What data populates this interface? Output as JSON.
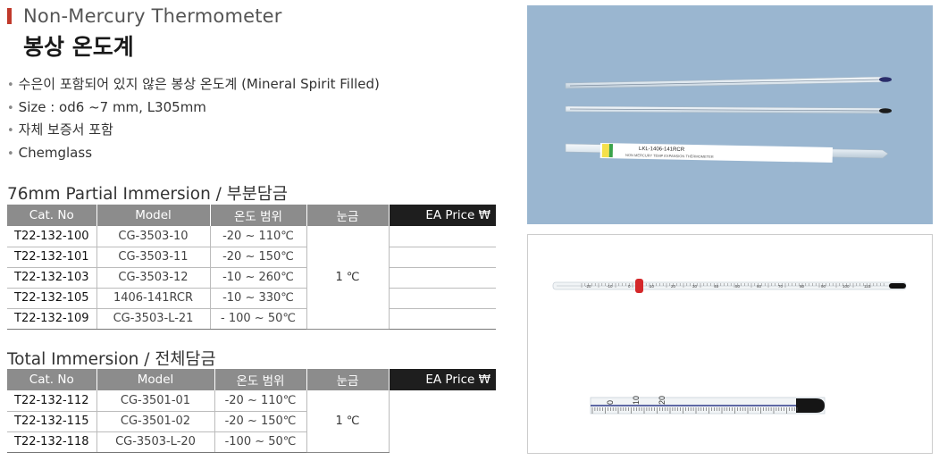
{
  "header": {
    "title_en": "Non-Mercury Thermometer",
    "title_ko": "봉상 온도계"
  },
  "features": [
    "수은이 포함되어 있지 않은 봉상 온도계 (Mineral Spirit Filled)",
    "Size : od6 ~7 mm, L305mm",
    "자체 보증서 포함",
    "Chemglass"
  ],
  "partial": {
    "title": "76mm Partial Immersion / 부분담금",
    "headers": [
      "Cat. No",
      "Model",
      "온도 범위",
      "눈금",
      "EA Price ₩"
    ],
    "graduation": "1 ℃",
    "rows": [
      {
        "cat": "T22-132-100",
        "model": "CG-3503-10",
        "range": "-20 ~ 110℃"
      },
      {
        "cat": "T22-132-101",
        "model": "CG-3503-11",
        "range": "-20 ~ 150℃"
      },
      {
        "cat": "T22-132-103",
        "model": "CG-3503-12",
        "range": "-10 ~ 260℃"
      },
      {
        "cat": "T22-132-105",
        "model": "1406-141RCR",
        "range": "-10 ~ 330℃"
      },
      {
        "cat": "T22-132-109",
        "model": "CG-3503-L-21",
        "range": "- 100 ~ 50℃"
      }
    ]
  },
  "total": {
    "title": "Total Immersion / 전체담금",
    "headers": [
      "Cat. No",
      "Model",
      "온도 범위",
      "눈금",
      "EA Price ₩"
    ],
    "graduation": "1 ℃",
    "rows": [
      {
        "cat": "T22-132-112",
        "model": "CG-3501-01",
        "range": "-20 ~ 110℃"
      },
      {
        "cat": "T22-132-115",
        "model": "CG-3501-02",
        "range": "-20 ~ 150℃"
      },
      {
        "cat": "T22-132-118",
        "model": "CG-3503-L-20",
        "range": "-100 ~ 50℃"
      }
    ]
  },
  "photo1": {
    "label_line1": "LKL-1406-141RCR",
    "label_line2": "NON MERCURY TEMP EXPANSION THERMOMETER"
  },
  "photo2": {
    "scale_labels": [
      "-20",
      "-10",
      "0",
      "10",
      "20",
      "30",
      "40",
      "50",
      "60",
      "70",
      "80",
      "90",
      "100",
      "110"
    ],
    "zoom_labels": [
      "0",
      "10",
      "20"
    ]
  }
}
